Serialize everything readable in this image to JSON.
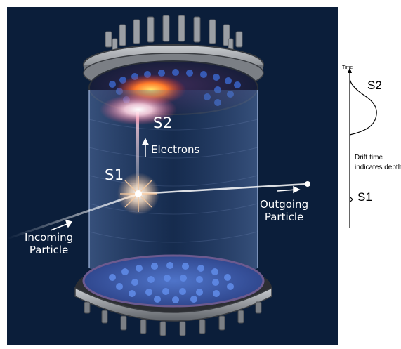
{
  "scene": {
    "s2_label": "S2",
    "s1_label": "S1",
    "electrons_label": "Electrons",
    "incoming_label": "Incoming\nParticle",
    "outgoing_label": "Outgoing\nParticle",
    "colors": {
      "background": "#0b1e3a",
      "frame_metal": "#8a8d92",
      "pmt_blue": "#2f6fd8",
      "hotspot": "#ff3b30",
      "glow": "#ffe4d0"
    }
  },
  "timing": {
    "axis_label": "Time",
    "s2_label": "S2",
    "drift_line1": "Drift time",
    "drift_line2": "indicates depth",
    "s1_label": "S1"
  }
}
